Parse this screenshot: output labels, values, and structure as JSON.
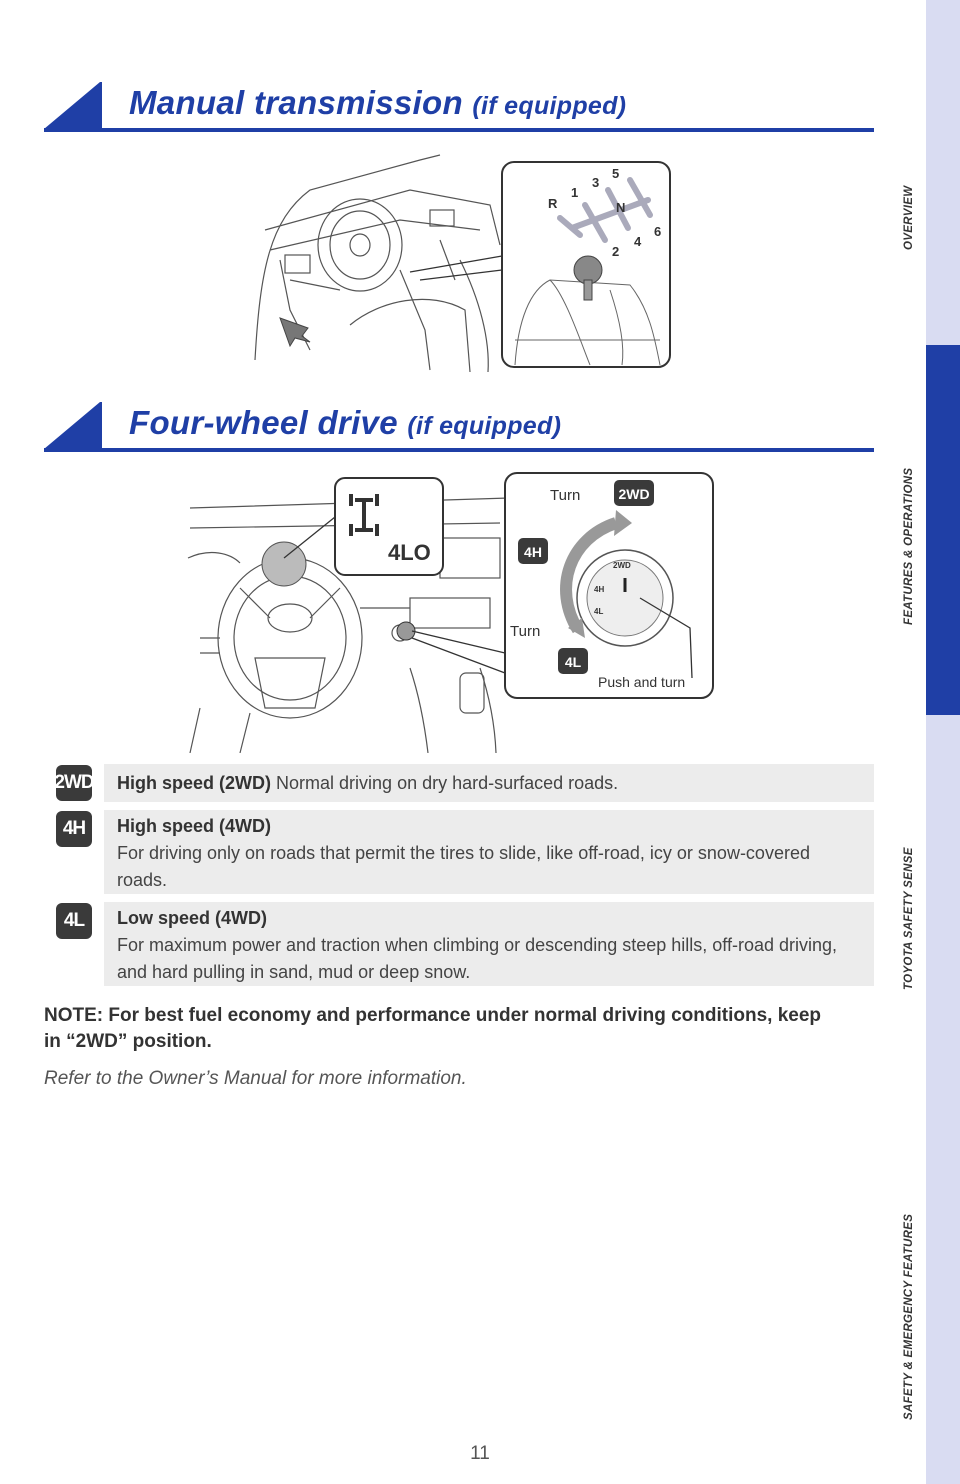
{
  "sections": {
    "manual": {
      "title": "Manual transmission",
      "sub": "(if equipped)"
    },
    "fourwd": {
      "title": "Four-wheel drive",
      "sub": "(if equipped)"
    }
  },
  "shift_pattern": {
    "r": "R",
    "g1": "1",
    "g3": "3",
    "g5": "5",
    "n": "N",
    "g2": "2",
    "g4": "4",
    "g6": "6"
  },
  "dial": {
    "indicator": "4LO",
    "turn_top": "Turn",
    "turn_bottom": "Turn",
    "push": "Push and turn",
    "badge_2wd": "2WD",
    "badge_4h": "4H",
    "badge_4l": "4L",
    "ring_2wd": "2WD",
    "ring_4h": "4H",
    "ring_4l": "4L"
  },
  "modes": [
    {
      "badge": "2WD",
      "heading": "High speed (2WD)",
      "desc": "Normal driving on dry hard-surfaced roads."
    },
    {
      "badge": "4H",
      "heading": "High speed (4WD)",
      "desc": "For driving only on roads that permit the tires to slide, like off-road, icy or snow-covered roads."
    },
    {
      "badge": "4L",
      "heading": "Low speed (4WD)",
      "desc": "For maximum power and traction when climbing or descending steep hills, off-road driving, and hard pulling in sand, mud or deep snow."
    }
  ],
  "note": "NOTE: For best fuel economy and performance under normal driving conditions, keep in “2WD” position.",
  "reference": "Refer to the Owner’s Manual for more information.",
  "page_number": "11",
  "sidebar": [
    "OVERVIEW",
    "FEATURES & OPERATIONS",
    "TOYOTA SAFETY SENSE",
    "SAFETY & EMERGENCY FEATURES"
  ],
  "colors": {
    "brand_blue": "#1f3fa6",
    "sidebar_light": "#d9dcf2",
    "panel_gray": "#ececec",
    "badge_dark": "#3a3a3a"
  }
}
